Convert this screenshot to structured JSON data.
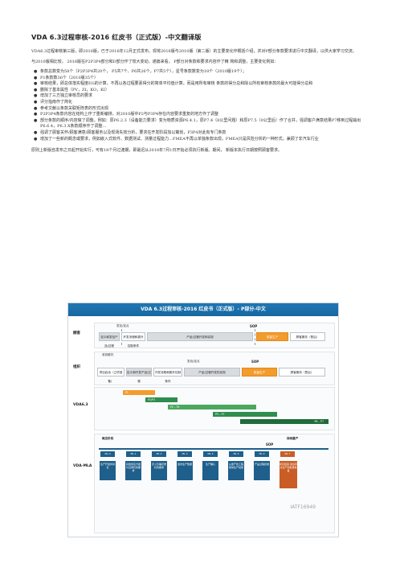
{
  "title": "VDA 6.3过程审核-2016 红皮书（正式版）-中文翻译版",
  "intro": "VDA6.3过程审核第三版，即2016版，已于2016年12月正式发布。现将2016版与2010版（第二版）的主要变化作概括介绍，并对P部分条款要求进行中文翻译，以供大家学习交流。",
  "compare": "与2010版相比较， 2016版在P2P3P4部分和D部分作了较大变动，通篇来看， P部分对条款和要求内容作了精 简和调整，主要变化例如：",
  "bullets": [
    "条款总数变为58个（P2P3P4共20个， P5共7个、P6共26个，P7共5个），星号条款数变为18个（2010版19个）；",
    "P1条款数36个（2010版35个）",
    "审核结果，即总体落实程度EG的计算，不再以各过程要素得分的简单平均值计算，而是用所有审核 条款的得分总和除以所有审核条款的最大可能得分总和",
    "删除了基本属性（PV，ZI，KO，KI）",
    "增加了三方独立审核员的要求",
    "评分指南作了简化",
    "参考文献以条款关联矩阵表的形式出现",
    "P2P3P4条款内容在结构上作了重新编排，对2010版中P2与P3P4存在内容要求重复的地方作了调整",
    "部分条款的顺序/内容做了调整，例如：原P6.2.3（设备能力要求）变为物质资源P6.4.1，原P7.4（8公里问题）和原P7.5（0公里后）作了合并，强调客户满意结果P7移到过程输出P6.6.4，P6.3.X条款顺序作了调整…",
    "强调了顾客关怀/顾客满意/顾客服务以及现场失效分析，要求在开发阶段加以策划，P3P4对此有专门条款",
    "增加了一些新的概念或要求，例如嵌入式软件、数据测试、测量过程能力…FMEA不再以单独条款出现，FMEA只是风险分析的一种形式，兼顾了非汽车行业"
  ],
  "closing": "原则上新版自发布之日起开始实行，可有18个月过渡期，即最迟从2018年7月1日开始必须执行新版。期间， 新版本执行日期按照顾客要求。",
  "figure": {
    "title": "VDA 6.3过程审核-2016 红皮书（正式版）- P部分-中文",
    "lanes": {
      "customer": "顾客",
      "supplier": "组织",
      "vda63": "VDA6.3",
      "vdamla": "VDA-MLA"
    },
    "row1_labels": {
      "top_left": "发包/定点",
      "sop": "SOP"
    },
    "row1_steps": [
      "定义和发包产品/过程",
      "开发流程和委外控制条件",
      "产品/过程开发和实现",
      "批量生产",
      "顾客服务（售后）"
    ],
    "row2_labels": {
      "top_left": "收到委托",
      "mid": "发包/定点",
      "sop": "SOP"
    },
    "row2_steps": [
      "项目启动（立项准备）",
      "定义和开发产品/过程",
      "开发流程和委外控制条件",
      "产品/过程开发的实现",
      "批量生产",
      "顾客服务（售后）"
    ],
    "vda_bars": [
      "P1",
      "P2/P3",
      "P2 – P4",
      "P5 – P7",
      "P6 – P7"
    ],
    "mla_labels": {
      "left": "概念阶段",
      "right": "持续量产",
      "sop": "SOP"
    },
    "milestones": [
      "ML 0",
      "ML 1",
      "ML 2",
      "ML 3",
      "ML 4",
      "ML 5",
      "ML 6",
      "ML 7"
    ],
    "mla_boxes": [
      "生产开发时间表",
      "初始供应方报价且委托的要求",
      "定义及确定委托的要求",
      "发布生产数据",
      "生产确认",
      "从量产的工程取得生产批量",
      "产品过程批准",
      "项目结束:责任转交生产和批量准备"
    ],
    "watermark": "IATF16949"
  }
}
